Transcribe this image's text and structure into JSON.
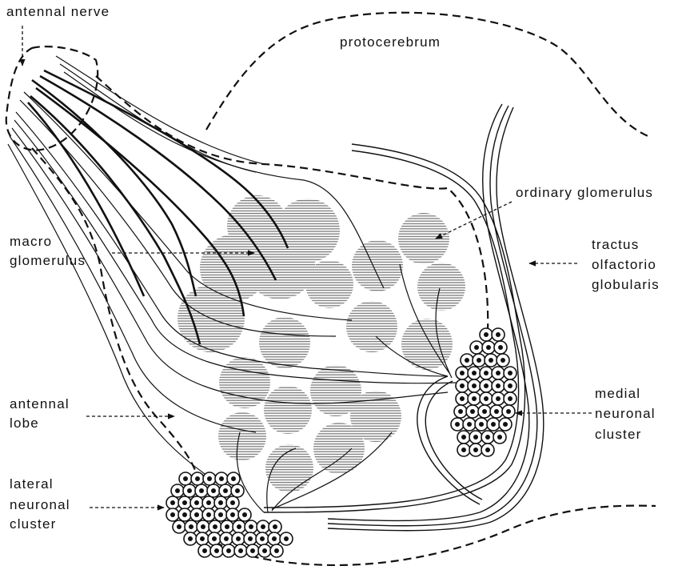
{
  "labels": {
    "antennal_nerve": "antennal nerve",
    "protocerebrum": "protocerebrum",
    "ordinary_glomerulus": "ordinary glomerulus",
    "macro_glomerulus_1": "macro",
    "macro_glomerulus_2": "glomerulus",
    "tractus_1": "tractus",
    "tractus_2": "olfactorio",
    "tractus_3": "globularis",
    "antennal_lobe_1": "antennal",
    "antennal_lobe_2": "lobe",
    "medial_cluster_1": "medial",
    "medial_cluster_2": "neuronal",
    "medial_cluster_3": "cluster",
    "lateral_cluster_1": "lateral",
    "lateral_cluster_2": "neuronal",
    "lateral_cluster_3": "cluster"
  },
  "colors": {
    "ink": "#111111",
    "paper": "#ffffff"
  }
}
